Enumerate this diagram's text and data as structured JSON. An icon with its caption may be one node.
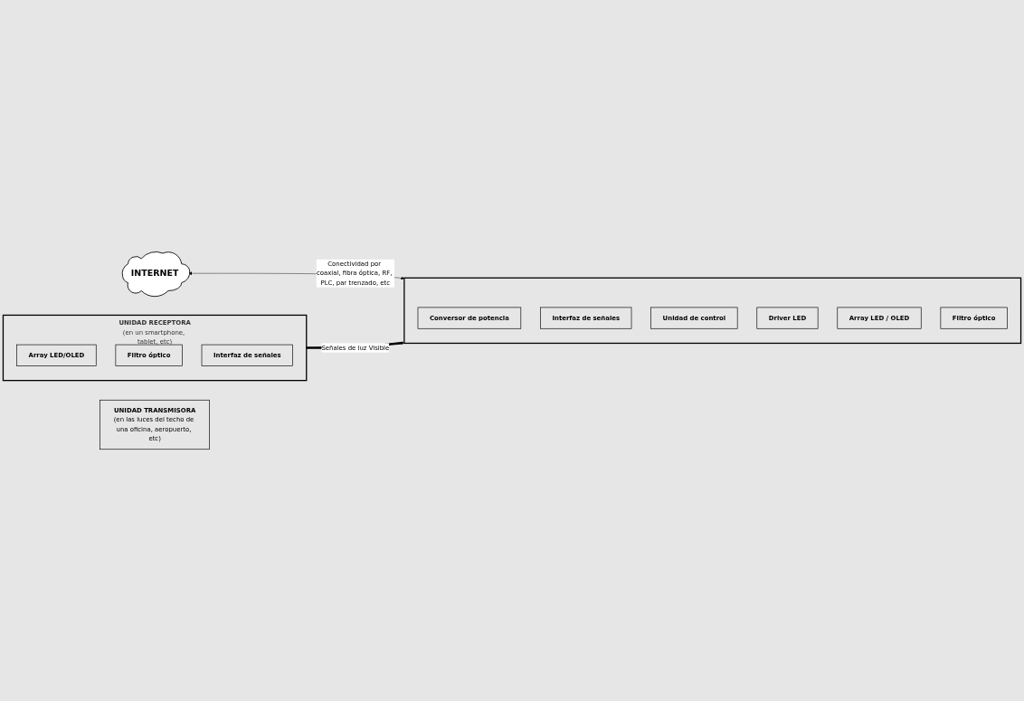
{
  "diagram": {
    "nodes": [
      {
        "text": [
          "INTERNET"
        ]
      },
      {
        "text": [],
        "shape": "box"
      },
      {
        "text": [
          "Conversor de potencia"
        ],
        "in": 1
      },
      {
        "text": [
          "Interfaz de señales"
        ],
        "in": 1
      },
      {
        "text": [
          "Unidad de control"
        ],
        "in": 1
      },
      {
        "text": [
          "Driver LED"
        ],
        "in": 1
      },
      {
        "text": [
          "Array LED / OLED"
        ],
        "in": 1
      },
      {
        "text": [
          "Filtro óptico"
        ],
        "in": 1
      },
      {
        "text": [
          "UNIDAD TRANSMISORA",
          "(en las luces del techo de una oficina, aeropuerto, etc)"
        ]
      },
      {
        "text": [
          "UNIDAD RECEPTORA",
          "(en un smartphone, tablet, etc)"
        ]
      },
      {
        "text": [
          "Array LED/OLED"
        ],
        "in": 9
      },
      {
        "text": [
          "Filtro óptico"
        ],
        "in": 9
      },
      {
        "text": [
          "Interfaz de señales"
        ],
        "in": 9
      }
    ],
    "edges": [
      {
        "from": 0,
        "to": 1,
        "arrow": "both",
        "label": "Conectividad por coaxial, fibra óptica, RF, PLC, par trenzado, etc"
      },
      {
        "from": 9,
        "to": 1,
        "arrow": "to",
        "label": "Señales de luz Visible",
        "style": "thick"
      }
    ]
  }
}
